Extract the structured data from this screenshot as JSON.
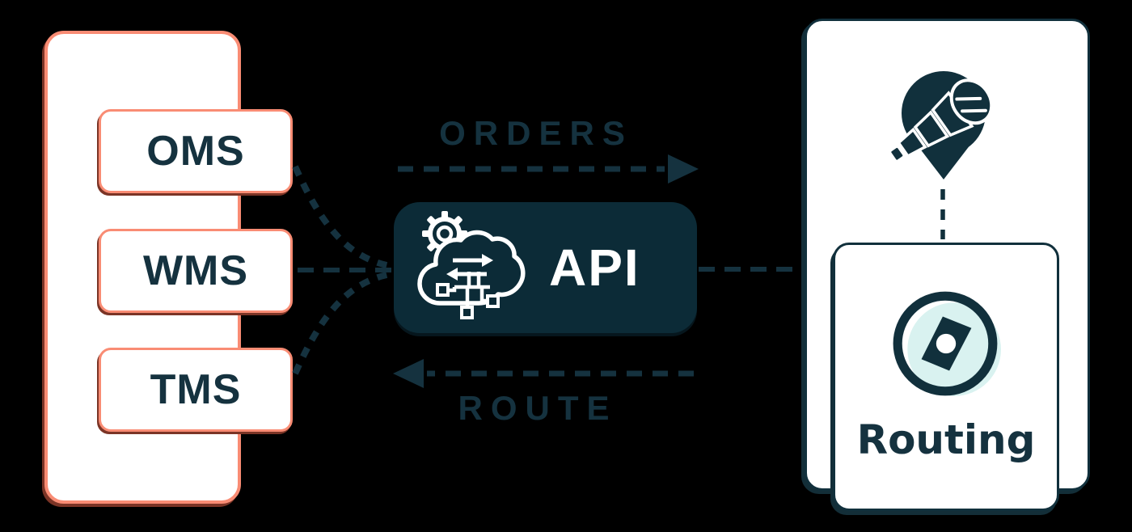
{
  "diagram": {
    "systems_panel": {
      "items": [
        {
          "label": "OMS"
        },
        {
          "label": "WMS"
        },
        {
          "label": "TMS"
        }
      ]
    },
    "api_node": {
      "label": "API",
      "icon": "cloud-gear-integration-icon"
    },
    "flows": {
      "orders": {
        "label": "ORDERS"
      },
      "route": {
        "label": "ROUTE"
      }
    },
    "destination_panel": {
      "icon": "telescope-map-pin-icon",
      "routing_module": {
        "label": "Routing",
        "icon": "compass-icon"
      }
    },
    "colors": {
      "background": "#000000",
      "coral": "#F98C74",
      "dark_teal": "#15323F",
      "api_fill": "#0C2B37",
      "mint": "#D9F2F0",
      "white": "#FFFFFF"
    }
  }
}
